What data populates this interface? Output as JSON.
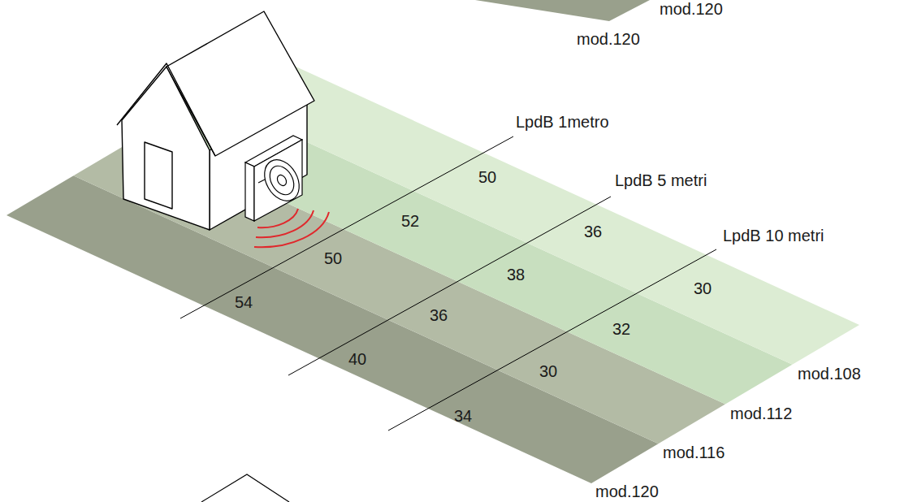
{
  "diagram": {
    "labels": [
      "mod.120",
      "mod.120",
      "LpdB 1metro",
      "50",
      "52",
      "50",
      "54",
      "LpdB 5 metri",
      "36",
      "38",
      "36",
      "40",
      "LpdB 10 metri",
      "30",
      "32",
      "30",
      "34",
      "mod.108",
      "mod.112",
      "mod.116",
      "mod.120"
    ]
  }
}
